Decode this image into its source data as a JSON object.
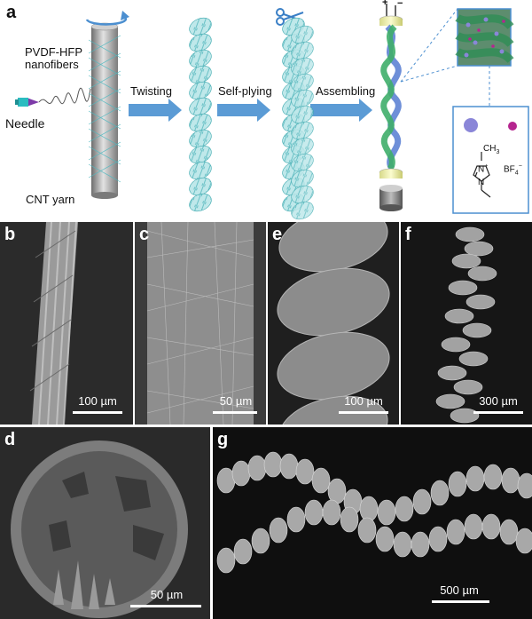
{
  "panel_a": {
    "letter": "a",
    "pvdf_label_1": "PVDF-HFP",
    "pvdf_label_2": "nanofibers",
    "needle_label": "Needle",
    "cnt_label": "CNT yarn",
    "step_1": "Twisting",
    "step_2": "Self-plying",
    "step_3": "Assembling",
    "plus": "+",
    "minus": "−",
    "ch3_label": "CH",
    "ch3_sub": "3",
    "n_plus": "N",
    "n_plain": "N",
    "plus_sup": "+",
    "bf4_label": "BF",
    "bf4_sub": "4",
    "bf4_sup": "−",
    "colors": {
      "arrow": "#5b9bd5",
      "cation": "#8a86d8",
      "anion": "#b5258f",
      "fiber": "#8fd3d6",
      "box": "#4c8fd0"
    }
  },
  "panels": {
    "b": {
      "letter": "b",
      "scale": "100 µm"
    },
    "c": {
      "letter": "c",
      "scale": "50 µm"
    },
    "e": {
      "letter": "e",
      "scale": "100 µm"
    },
    "f": {
      "letter": "f",
      "scale": "300 µm"
    },
    "d": {
      "letter": "d",
      "scale": "50 µm"
    },
    "g": {
      "letter": "g",
      "scale": "500 µm"
    }
  }
}
